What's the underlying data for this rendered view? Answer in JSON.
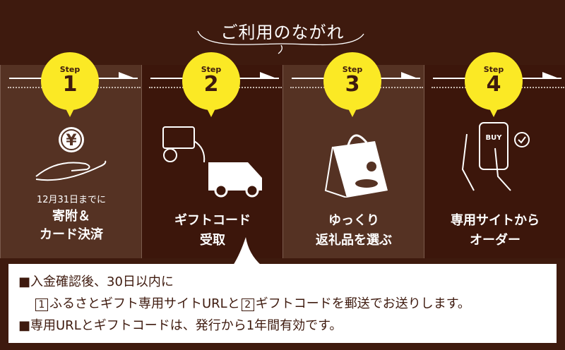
{
  "title": "ご利用のながれ",
  "steps": [
    {
      "step": "Step",
      "num": "1",
      "pre": "12月31日までに",
      "line1": "寄附＆",
      "line2": "カード決済"
    },
    {
      "step": "Step",
      "num": "2",
      "line1": "ギフトコード",
      "line2": "受取"
    },
    {
      "step": "Step",
      "num": "3",
      "line1": "ゆっくり",
      "line2": "返礼品を選ぶ"
    },
    {
      "step": "Step",
      "num": "4",
      "line1": "専用サイトから",
      "line2": "オーダー"
    }
  ],
  "icon_text": {
    "yen": "¥",
    "buy": "BUY"
  },
  "note": {
    "line1": "■入金確認後、30日以内に",
    "box1": "1",
    "l2a": "ふるさとギフト専用サイトURLと",
    "box2": "2",
    "l2b": "ギフトコードを郵送でお送りします。",
    "line3": "■専用URLとギフトコードは、発行から1年間有効です。"
  },
  "colors": {
    "background": "#3e1a0e",
    "badge": "#fbe925",
    "light_col": "#553223",
    "dark_col": "#3c160b"
  }
}
